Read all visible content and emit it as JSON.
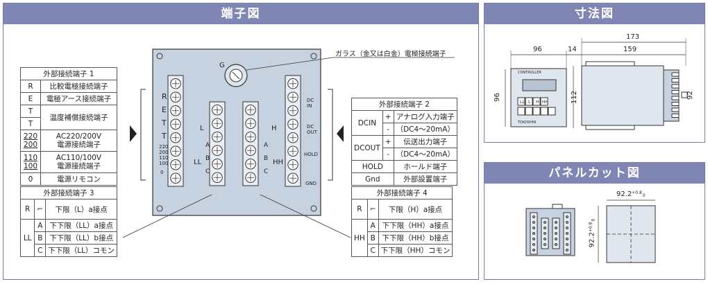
{
  "terminal_panel": {
    "title": "端子図",
    "glass_callout": "ガラス（金又は白金）電極接続端子",
    "left_labels": [
      "R",
      "E",
      "T",
      "T"
    ],
    "left_small_labels": [
      "220",
      "200",
      "110",
      "100",
      "0"
    ],
    "g_label": "G",
    "l_label": "L",
    "h_label": "H",
    "ll_label": "LL",
    "hh_label": "HH",
    "abc_left": [
      "A",
      "B",
      "C"
    ],
    "abc_right": [
      "A",
      "B",
      "C"
    ],
    "right_labels": [
      "DC IN",
      "DC OUT",
      "HOLD",
      "GND"
    ]
  },
  "table1": {
    "title": "外部接続端子 1",
    "rows": [
      {
        "k": "R",
        "v": "比較電極接続端子"
      },
      {
        "k": "E",
        "v": "電極アース接続端子"
      },
      {
        "k": "T",
        "v": "温度補償接続端子"
      },
      {
        "k": "T",
        "v": ""
      },
      {
        "k1": "220",
        "k2": "200",
        "v1": "AC220/200V",
        "v2": "電源接続端子"
      },
      {
        "k1": "110",
        "k2": "100",
        "v1": "AC110/100V",
        "v2": "電源接続端子"
      },
      {
        "k": "0",
        "v": "電源リモコン"
      }
    ]
  },
  "table2": {
    "title": "外部接続端子 2",
    "dcin": "DCIN",
    "dcin_v1": "アナログ入力端子",
    "dcin_v2": "（DC4～20mA）",
    "dcout": "DCOUT",
    "dcout_v1": "伝送出力端子",
    "dcout_v2": "（DC4～20mA）",
    "plus": "+",
    "minus": "-",
    "hold": "HOLD",
    "hold_v": "ホールド端子",
    "gnd": "Gnd",
    "gnd_v": "外部設置端子"
  },
  "table3": {
    "title": "外部接続端子 3",
    "r": "R",
    "r_v": "下限（L）a接点",
    "ll": "LL",
    "a": "A",
    "a_v": "下下限（LL）a接点",
    "b": "B",
    "b_v": "下下限（LL）b接点",
    "c": "C",
    "c_v": "下下限（LL）コモン"
  },
  "table4": {
    "title": "外部接続端子 4",
    "r": "R",
    "r_v": "下限（H）a接点",
    "hh": "HH",
    "a": "A",
    "a_v": "下下限（HH）a接点",
    "b": "B",
    "b_v": "下下限（HH）b接点",
    "c": "C",
    "c_v": "下下限（HH）コモン"
  },
  "dimension_panel": {
    "title": "寸法図",
    "dims": [
      "173",
      "96",
      "14",
      "159",
      "96",
      "112",
      "92"
    ],
    "device_text": "CONTROLLER",
    "device_keys": [
      "LL",
      "L",
      "H",
      "HH"
    ],
    "maker_text": "TOKOSHIN"
  },
  "panelcut_panel": {
    "title": "パネルカット図",
    "dim_h": "92.2",
    "dim_h_tol": "+0.8",
    "dim_h_tol2": "0",
    "dim_v": "92.2",
    "dim_v_tol": "+0.8",
    "dim_v_tol2": "0"
  },
  "colors": {
    "header": "#7f86b4",
    "device_body": "#c6d2e0",
    "panel_border": "#7a7a9a"
  }
}
